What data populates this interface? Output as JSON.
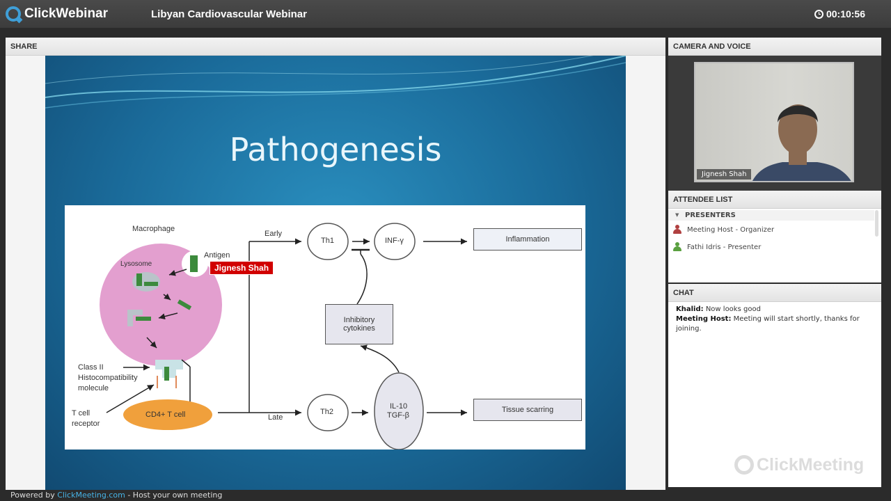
{
  "app": {
    "logo": "ClickWebinar",
    "title": "Libyan Cardiovascular Webinar",
    "timer": "00:10:56"
  },
  "share": {
    "header": "SHARE",
    "slide": {
      "title": "Pathogenesis",
      "pointer_name": "Jignesh Shah",
      "labels": {
        "macrophage": "Macrophage",
        "antigen": "Antigen",
        "lysosome": "Lysosome",
        "class2": "Class II",
        "histo": "Histocompatibility",
        "molecule": "molecule",
        "tcell": "T cell",
        "receptor": "receptor",
        "cd4": "CD4+ T cell",
        "early": "Early",
        "late": "Late",
        "th1": "Th1",
        "th2": "Th2",
        "infg": "INF-γ",
        "il10_1": "IL-10",
        "il10_2": "TGF-β",
        "inhib_1": "Inhibitory",
        "inhib_2": "cytokines",
        "inflammation": "Inflammation",
        "scarring": "Tissue scarring"
      }
    }
  },
  "camera": {
    "header": "CAMERA AND VOICE",
    "presenter_name": "Jignesh Shah"
  },
  "attendees": {
    "header": "ATTENDEE LIST",
    "group": "PRESENTERS",
    "list": [
      {
        "name": "Meeting Host - Organizer",
        "color": "#b04040"
      },
      {
        "name": "Fathi Idris - Presenter",
        "color": "#5aa040"
      }
    ]
  },
  "chat": {
    "header": "CHAT",
    "messages": [
      {
        "author": "Khalid:",
        "text": "Now looks good"
      },
      {
        "author": "Meeting Host:",
        "text": "Meeting will start shortly, thanks for joining."
      }
    ],
    "watermark": "ClickMeeting"
  },
  "footer": {
    "prefix": "Powered by",
    "link": "ClickMeeting.com",
    "suffix": "- Host your own meeting"
  }
}
